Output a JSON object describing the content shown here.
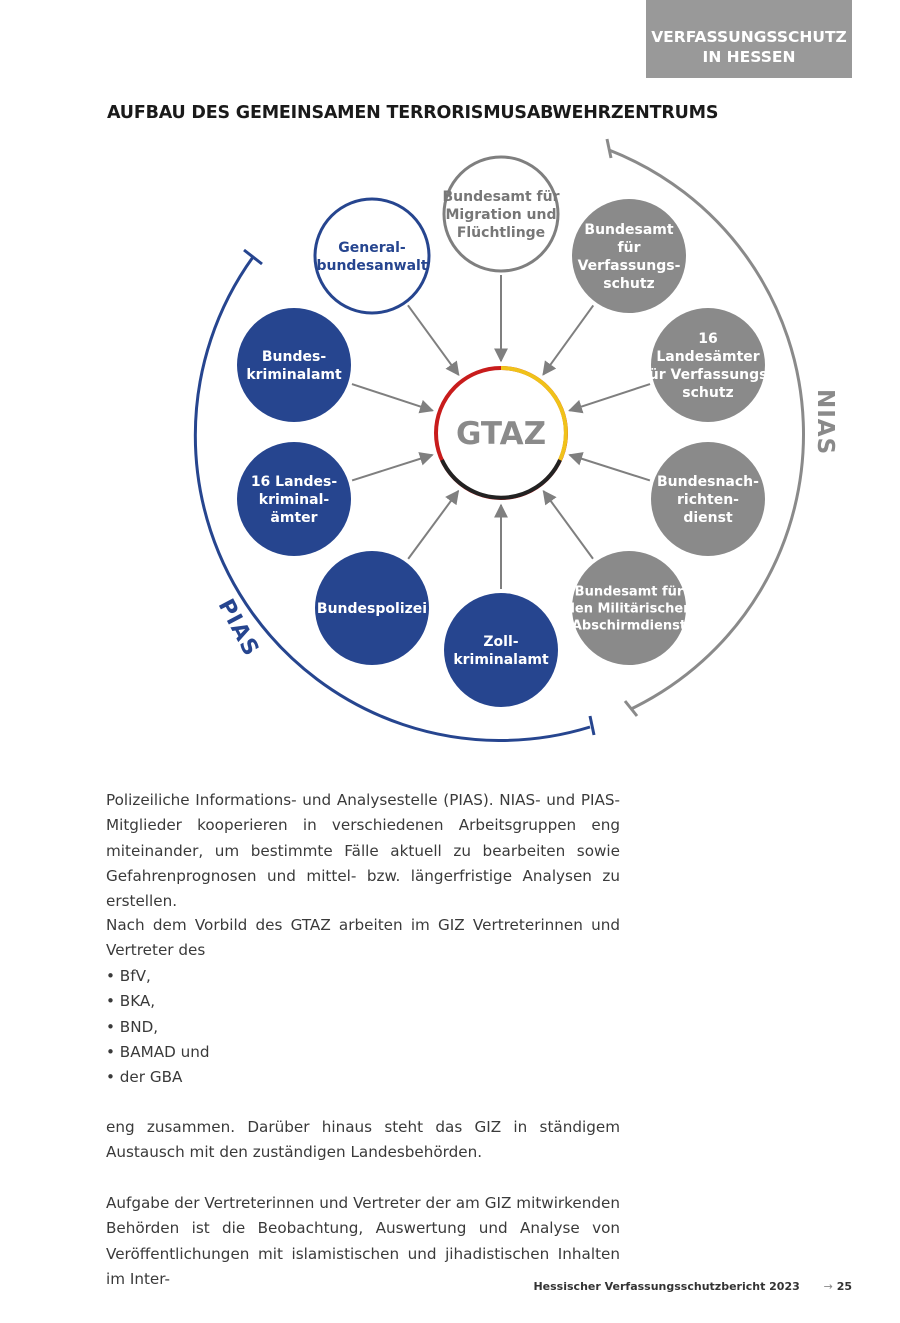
{
  "header": {
    "line1": "VERFASSUNGSSCHUTZ",
    "line2": "IN HESSEN"
  },
  "section_title": "AUFBAU DES GEMEINSAMEN TERRORISMUSABWEHRZENTRUMS",
  "diagram": {
    "center_label": "GTAZ",
    "arc_left_label": "PIAS",
    "arc_right_label": "NIAS",
    "colors": {
      "blue": "#26458f",
      "gray": "#8a8a8a",
      "outline_gray": "#7f7f7f"
    },
    "nodes": [
      {
        "lines": [
          "General-",
          "bundesanwalt"
        ]
      },
      {
        "lines": [
          "Bundesamt für",
          "Migration und",
          "Flüchtlinge"
        ]
      },
      {
        "lines": [
          "Bundesamt",
          "für",
          "Verfassungs-",
          "schutz"
        ]
      },
      {
        "lines": [
          "16",
          "Landesämter",
          "für Verfassungs-",
          "schutz"
        ]
      },
      {
        "lines": [
          "Bundesnach-",
          "richten-",
          "dienst"
        ]
      },
      {
        "lines": [
          "Bundesamt für",
          "den Militärischen",
          "Abschirmdienst"
        ]
      },
      {
        "lines": [
          "Zoll-",
          "kriminalamt"
        ]
      },
      {
        "lines": [
          "Bundespolizei"
        ]
      },
      {
        "lines": [
          "16 Landes-",
          "kriminal-",
          "ämter"
        ]
      },
      {
        "lines": [
          "Bundes-",
          "kriminalamt"
        ]
      }
    ]
  },
  "paragraphs": {
    "p1": "Polizeiliche Informations- und Analysestelle (PIAS). NIAS- und PIAS-Mitglieder kooperieren in verschiedenen Arbeitsgruppen eng miteinander, um bestimmte Fälle aktuell zu bearbeiten sowie Gefahrenprognosen und mittel- bzw. längerfristige Analysen zu erstellen.",
    "p2": "Nach dem Vorbild des GTAZ arbeiten im GIZ Vertreterinnen und Vertreter des",
    "bullets": [
      "BfV,",
      "BKA,",
      "BND,",
      "BAMAD und",
      "der GBA"
    ],
    "p3": "eng zusammen. Darüber hinaus steht das GIZ in ständigem Austausch mit den zuständigen Landesbehörden.",
    "p4": "Aufgabe der Vertreterinnen und Vertreter der am GIZ mitwirkenden Behörden ist die Beobachtung, Auswertung und Analyse von Veröffentlichungen mit islamistischen und jihadistischen Inhalten im Inter-"
  },
  "footer": {
    "report_title": "Hessischer Verfassungsschutzbericht 2023",
    "page_number": "25"
  }
}
